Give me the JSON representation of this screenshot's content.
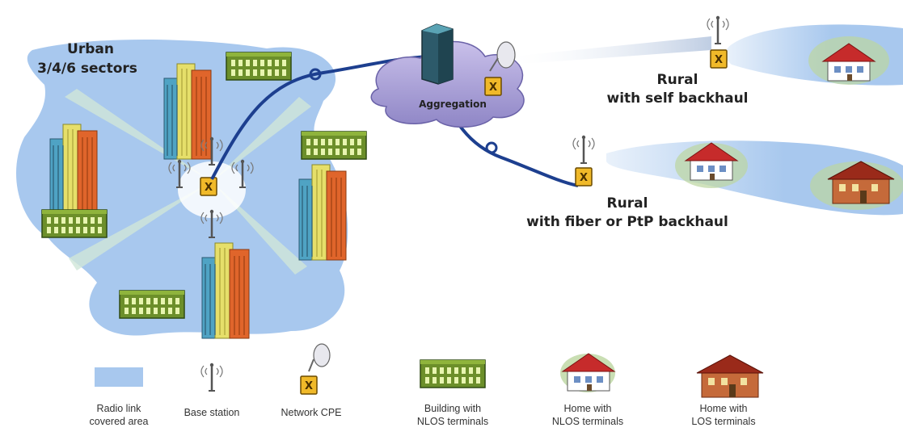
{
  "labels": {
    "urban_line1": "Urban",
    "urban_line2": "3/4/6 sectors",
    "aggregation": "Aggregation",
    "rural_self_line1": "Rural",
    "rural_self_line2": "with self backhaul",
    "rural_fiber_line1": "Rural",
    "rural_fiber_line2": "with fiber or PtP backhaul"
  },
  "legend": {
    "coverage": [
      "Radio link",
      "covered area"
    ],
    "base_station": [
      "Base station"
    ],
    "cpe": [
      "Network CPE"
    ],
    "building_nlos": [
      "Building with",
      "NLOS terminals"
    ],
    "home_nlos": [
      "Home with",
      "NLOS terminals"
    ],
    "home_los": [
      "Home with",
      "LOS terminals"
    ]
  },
  "colors": {
    "coverage": "#a8c8ee",
    "link": "#1d3f8f",
    "cpe": "#f0b929",
    "building_green": "#6c8f2a",
    "tower_cyan": "#4fa3c4",
    "tower_orange": "#e0652b"
  },
  "icons": {
    "cpe_glyph": "X",
    "antenna_glyph": "((•))"
  }
}
